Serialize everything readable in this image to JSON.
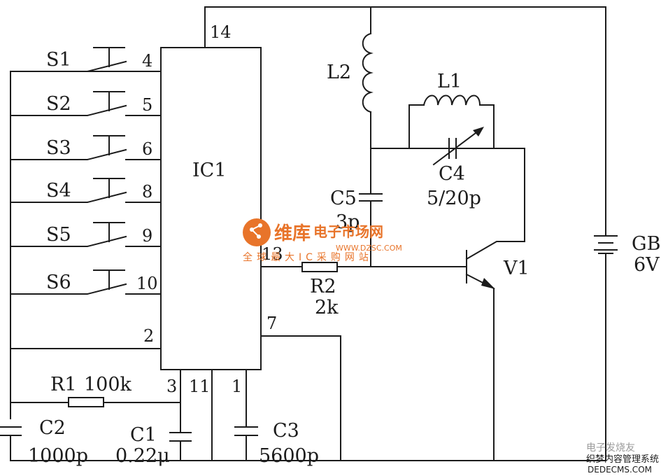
{
  "ic": {
    "name": "IC1"
  },
  "switches": [
    {
      "label": "S1",
      "pin": "4"
    },
    {
      "label": "S2",
      "pin": "5"
    },
    {
      "label": "S3",
      "pin": "6"
    },
    {
      "label": "S4",
      "pin": "8"
    },
    {
      "label": "S5",
      "pin": "9"
    },
    {
      "label": "S6",
      "pin": "10"
    }
  ],
  "pins": {
    "p14": "14",
    "p2": "2",
    "p3": "3",
    "p11": "11",
    "p1": "1",
    "p13": "13",
    "p7": "7"
  },
  "components": {
    "r1": {
      "label": "R1",
      "value": "100k"
    },
    "r2": {
      "label": "R2",
      "value": "2k"
    },
    "c1": {
      "label": "C1",
      "value": "0.22μ"
    },
    "c2": {
      "label": "C2",
      "value": "1000p"
    },
    "c3": {
      "label": "C3",
      "value": "5600p"
    },
    "c4": {
      "label": "C4",
      "value": "5/20p"
    },
    "c5": {
      "label": "C5",
      "value": "3p"
    },
    "l1": {
      "label": "L1"
    },
    "l2": {
      "label": "L2"
    },
    "v1": {
      "label": "V1"
    },
    "gb": {
      "label": "GB",
      "value": "6V"
    }
  },
  "watermark": {
    "brand": "维库",
    "brand_sub": "电子市场网",
    "url": "WWW.DZSC.COM",
    "slogan": "全球最大IC采购网站",
    "footer_cn": "织梦内容管理系统",
    "footer_url": "DEDECMS.COM",
    "footer_faded": "电子发烧友"
  }
}
